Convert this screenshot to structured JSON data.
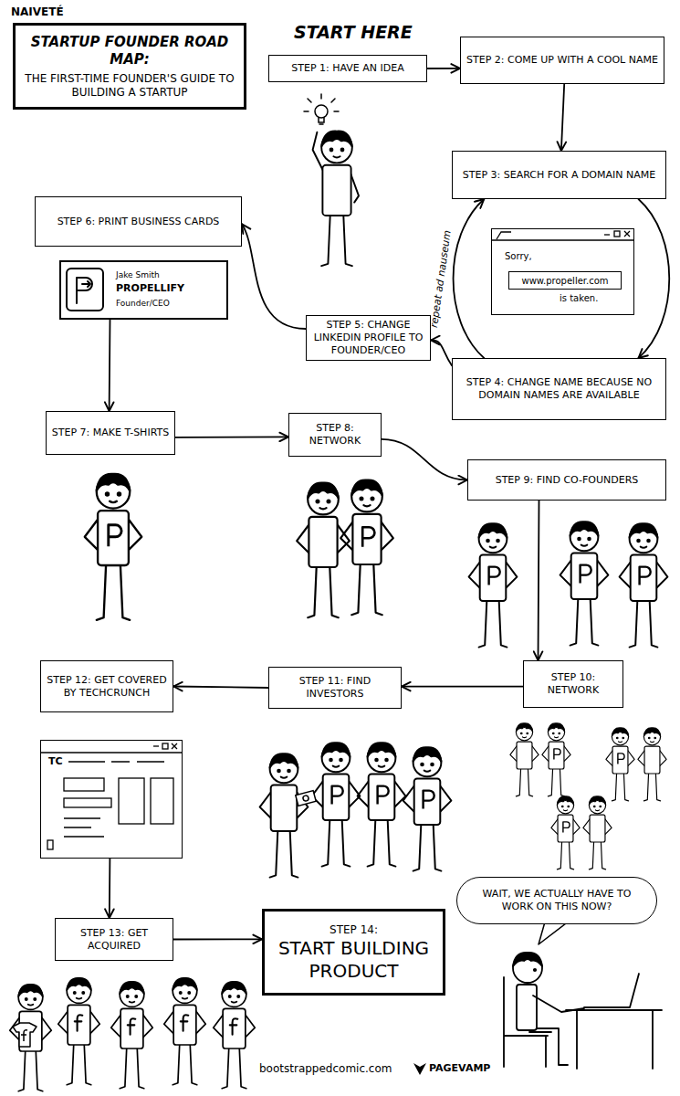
{
  "diagram": {
    "title": "NAIVETÉ",
    "nodes": [
      {
        "text": [
          "STARTUP FOUNDER ROAD MAP:",
          "THE FIRST-TIME FOUNDER'S GUIDE TO BUILDING A STARTUP"
        ]
      },
      {
        "text": [
          "STEP 1: HAVE AN IDEA"
        ]
      },
      {
        "text": [
          "STEP 2: COME UP WITH A COOL NAME"
        ]
      },
      {
        "text": [
          "STEP 3: SEARCH FOR A DOMAIN NAME"
        ]
      },
      {
        "text": [
          "Sorry,",
          "is taken."
        ]
      },
      {
        "text": [
          "www.propeller.com"
        ],
        "in": 4
      },
      {
        "text": [
          "STEP 4: CHANGE NAME BECAUSE NO DOMAIN NAMES ARE AVAILABLE"
        ]
      },
      {
        "text": [
          "STEP 5: CHANGE LINKEDIN PROFILE TO FOUNDER/CEO"
        ]
      },
      {
        "text": [
          "STEP 6: PRINT BUSINESS CARDS"
        ]
      },
      {
        "text": [
          "Jake Smith",
          "PROPELLIFY",
          "Founder/CEO"
        ]
      },
      {
        "text": [
          "STEP 7: MAKE T-SHIRTS"
        ]
      },
      {
        "text": [
          "STEP 8: NETWORK"
        ]
      },
      {
        "text": [
          "STEP 9: FIND CO-FOUNDERS"
        ]
      },
      {
        "text": [
          "STEP 10: NETWORK"
        ]
      },
      {
        "text": [
          "STEP 11: FIND INVESTORS"
        ]
      },
      {
        "text": [
          "STEP 12: GET COVERED BY TECHCRUNCH"
        ]
      },
      {
        "text": [
          "TC"
        ]
      },
      {
        "text": [
          "STEP 13: GET ACQUIRED"
        ]
      },
      {
        "text": [
          "STEP 14:",
          "START BUILDING PRODUCT"
        ]
      },
      {
        "text": [
          "WAIT, WE ACTUALLY HAVE TO WORK ON THIS NOW?"
        ]
      }
    ],
    "edges": [
      {
        "from": 1,
        "to": 2,
        "arrow": "to"
      },
      {
        "from": 2,
        "to": 3,
        "arrow": "to"
      },
      {
        "from": 3,
        "to": 6,
        "arrow": "to"
      },
      {
        "from": 6,
        "to": 3,
        "label": "repeat ad nauseum",
        "arrow": "to"
      },
      {
        "from": 6,
        "to": 7,
        "arrow": "to"
      },
      {
        "from": 7,
        "to": 8,
        "arrow": "to"
      },
      {
        "from": 9,
        "to": 10,
        "arrow": "to"
      },
      {
        "from": 10,
        "to": 11,
        "arrow": "to"
      },
      {
        "from": 11,
        "to": 12,
        "arrow": "to"
      },
      {
        "from": 12,
        "to": 13,
        "arrow": "to"
      },
      {
        "from": 13,
        "to": 14,
        "arrow": "to"
      },
      {
        "from": 14,
        "to": 15,
        "arrow": "to"
      },
      {
        "from": 16,
        "to": 17,
        "arrow": "to"
      },
      {
        "from": 17,
        "to": 18,
        "arrow": "to"
      }
    ],
    "labels": [
      "START HERE",
      "bootstrappedcomic.com",
      "PAGEVAMP"
    ]
  }
}
